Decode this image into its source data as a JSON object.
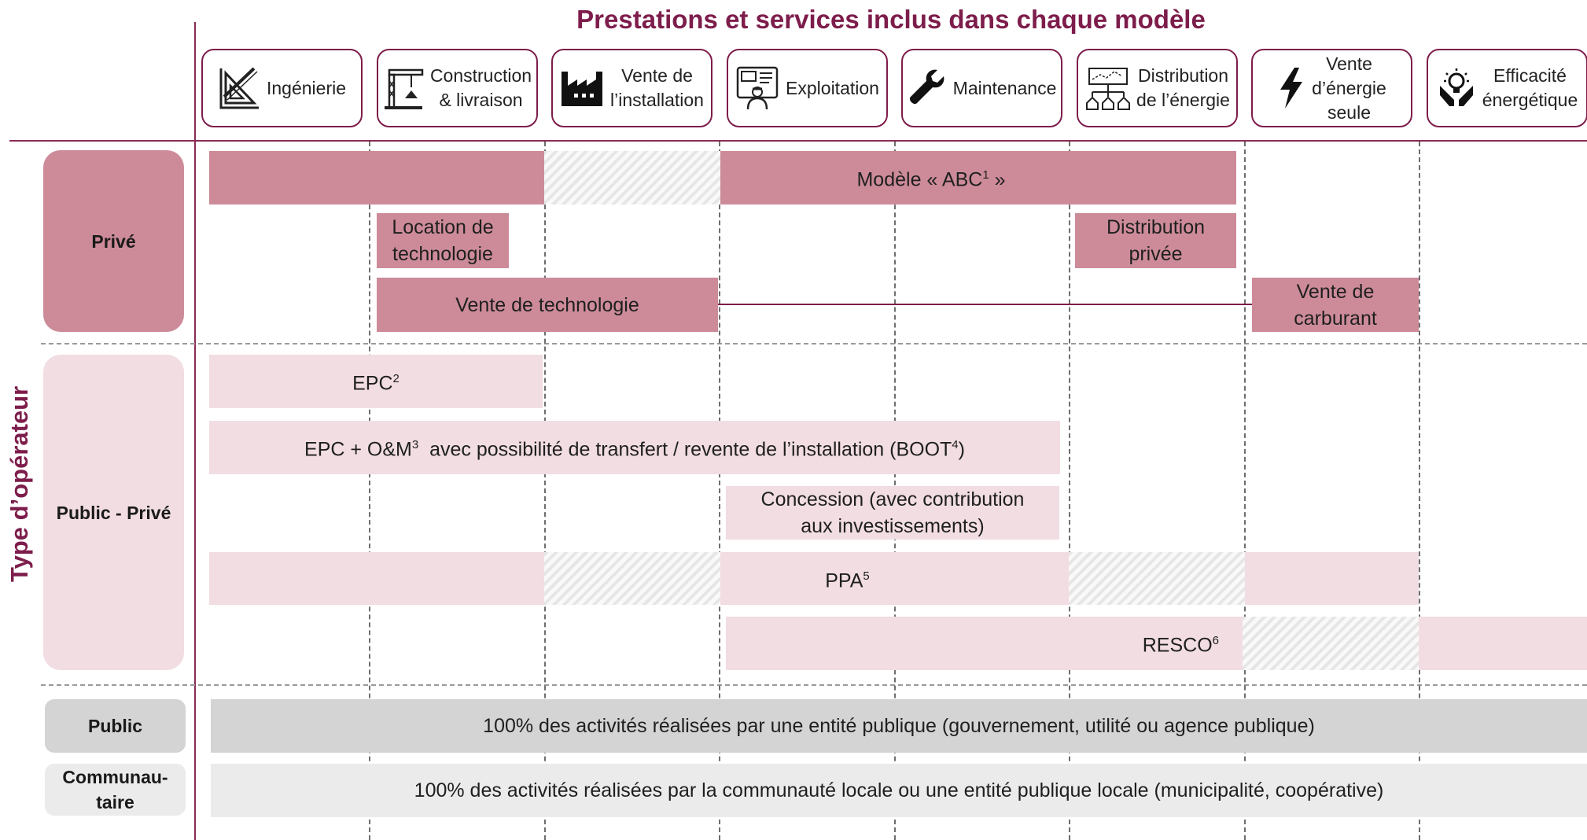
{
  "title": "Prestations et services inclus dans chaque modèle",
  "y_axis_title": "Type d’opérateur",
  "services": [
    {
      "label": "Ingénierie",
      "icon": "engineering-ruler-icon"
    },
    {
      "label": "Construction\n& livraison",
      "icon": "construction-crane-icon"
    },
    {
      "label": "Vente de\nl’installation",
      "icon": "factory-icon"
    },
    {
      "label": "Exploitation",
      "icon": "operator-control-panel-icon"
    },
    {
      "label": "Maintenance",
      "icon": "wrench-icon"
    },
    {
      "label": "Distribution\nde l’énergie",
      "icon": "energy-distribution-houses-icon"
    },
    {
      "label": "Vente\nd’énergie\nseule",
      "icon": "lightning-bolt-icon"
    },
    {
      "label": "Efficacité\nénergétique",
      "icon": "lightbulb-hands-icon"
    }
  ],
  "categories": {
    "prive": "Privé",
    "public_prive": "Public  - Privé",
    "public": "Public",
    "communautaire": "Communau-\ntaire"
  },
  "models": {
    "abc": {
      "text": "Modèle « ABC",
      "sup": "1",
      "suffix": " »"
    },
    "location": "Location de\ntechnologie",
    "distribution_privee": "Distribution\nprivée",
    "vente_technologie": "Vente de technologie",
    "vente_carburant": "Vente de\ncarburant",
    "epc": {
      "text": "EPC",
      "sup": "2"
    },
    "epc_om": {
      "p1": "EPC + O&M",
      "s1": "3",
      "p2": "  avec possibilité de transfert / revente de l’installation (BOOT",
      "s2": "4",
      "p3": ")"
    },
    "concession": "Concession (avec contribution\naux investissements)",
    "ppa": {
      "text": "PPA",
      "sup": "5"
    },
    "resco": {
      "text": "RESCO",
      "sup": "6"
    },
    "public": "100% des activités réalisées par une entité publique (gouvernement, utilité ou agence publique)",
    "communautaire": "100% des activités réalisées par la communauté locale ou une entité publique locale (municipalité, coopérative)"
  },
  "colors": {
    "accent": "#7d1d4b",
    "prive_bar": "#cd8b99",
    "public_prive_bar": "#f1dde2",
    "public_bar": "#d4d4d4",
    "communautaire_bar": "#ebebeb"
  }
}
